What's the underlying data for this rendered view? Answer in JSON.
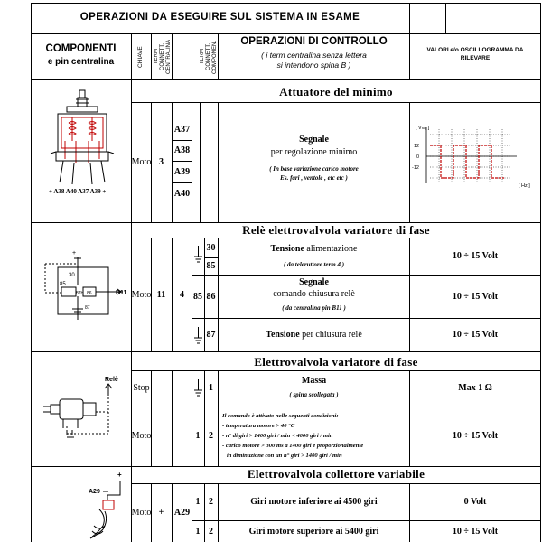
{
  "header": {
    "title": "OPERAZIONI DA ESEGUIRE SUL SISTEMA IN ESAME",
    "col_components": "COMPONENTI",
    "col_components_sub": "e pin centralina",
    "col_key": "CHIAVE",
    "col_term_ecu": "TERM CONNETT. CENTRALINA",
    "col_term_comp": "TERM CONNETT. COMPONEN.",
    "col_ops": "OPERAZIONI DI CONTROLLO",
    "col_ops_note_1": "( i  term centralina senza lettera",
    "col_ops_note_2": "si intendono spina B )",
    "col_values": "VALORI e/o OSCILLOGRAMMA DA RILEVARE"
  },
  "section1": {
    "title": "Attuatore del minimo",
    "pins_label": "+ A38 A40  A37 A39  +",
    "key": "Moto",
    "term_ecu_group": "3",
    "term_ecu": [
      "A37",
      "A38",
      "A39",
      "A40"
    ],
    "op_title": "Segnale",
    "op_text": "per regolazione minimo",
    "op_note_1": "( In base variazione carico motore",
    "op_note_2": "Es. fari , ventole , etc etc )",
    "scope_ylabel": "[ Vₘₐ ]",
    "scope_xlabel": "[ Hz ]",
    "scope_ticks": [
      "12",
      "0",
      "-12"
    ]
  },
  "section2": {
    "title": "Relè elettrovalvola variatore di fase",
    "diagram_labels": [
      "+",
      "30",
      "85",
      "87b",
      "86",
      "B11",
      "87"
    ],
    "key": "Moto",
    "term_a": "11",
    "term_b": "4",
    "rows": [
      {
        "comp": [
          "30",
          "85"
        ],
        "op_bold": "Tensione",
        "op_text": " alimentazione",
        "op_note": "( da teleruttore term 4 )",
        "value": "10  ÷  15  Volt"
      },
      {
        "ecu": "85",
        "comp": "86",
        "op_bold": "Segnale",
        "op_text": "comando chiusura relè",
        "op_note": "( da centralina pin B11 )",
        "value": "10  ÷  15  Volt"
      },
      {
        "comp": "87",
        "op_bold": "Tensione",
        "op_text": " per chiusura relè",
        "value": "10  ÷  15  Volt"
      }
    ]
  },
  "section3": {
    "title": "Elettrovalvola variatore di fase",
    "diagram_label": "Relè",
    "row1": {
      "key": "Stop",
      "comp": "1",
      "op_title": "Massa",
      "op_note": "( spina scollegata )",
      "value": "Max  1 Ω"
    },
    "row2": {
      "key": "Moto",
      "ecu": "1",
      "comp": "2",
      "lines": [
        "Il comando è attivato nelle seguenti condizioni:",
        "- temperatura motore > 40 °C",
        "- n° di giri > 1400 giri / min  < 4000 giri / min",
        "- carico motore > 300 ms a 1400 giri e proporzionalmente",
        "   in diminuzione con un n° giri > 1400 giri / min"
      ],
      "value": "10  ÷  15  Volt"
    }
  },
  "section4": {
    "title": "Elettrovalvola collettore variabile",
    "diagram_labels": [
      "+",
      "A29"
    ],
    "key": "Moto",
    "term_a": "+",
    "term_b": "A29",
    "rows": [
      {
        "ecu": "1",
        "comp": "2",
        "op": "Giri motore inferiore ai 4500 giri",
        "value": "0 Volt"
      },
      {
        "ecu": "1",
        "comp": "2",
        "op": "Giri motore superiore ai 5400 giri",
        "value": "10  ÷  15  Volt"
      }
    ]
  }
}
